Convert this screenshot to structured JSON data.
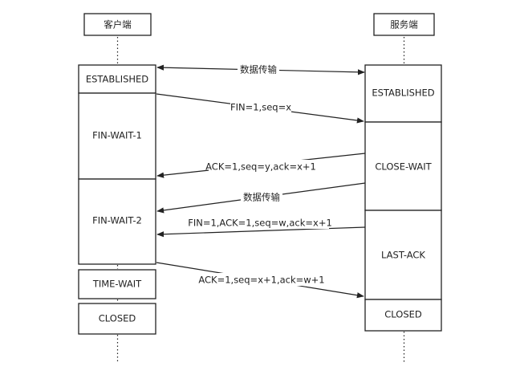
{
  "client": {
    "title": "客户端",
    "states": [
      "ESTABLISHED",
      "FIN-WAIT-1",
      "FIN-WAIT-2",
      "TIME-WAIT",
      "CLOSED"
    ]
  },
  "server": {
    "title": "服务端",
    "states": [
      "ESTABLISHED",
      "CLOSE-WAIT",
      "LAST-ACK",
      "CLOSED"
    ]
  },
  "messages": [
    "数据传输",
    "FIN=1,seq=x",
    "ACK=1,seq=y,ack=x+1",
    "数据传输",
    "FIN=1,ACK=1,seq=w,ack=x+1",
    "ACK=1,seq=x+1,ack=w+1"
  ]
}
